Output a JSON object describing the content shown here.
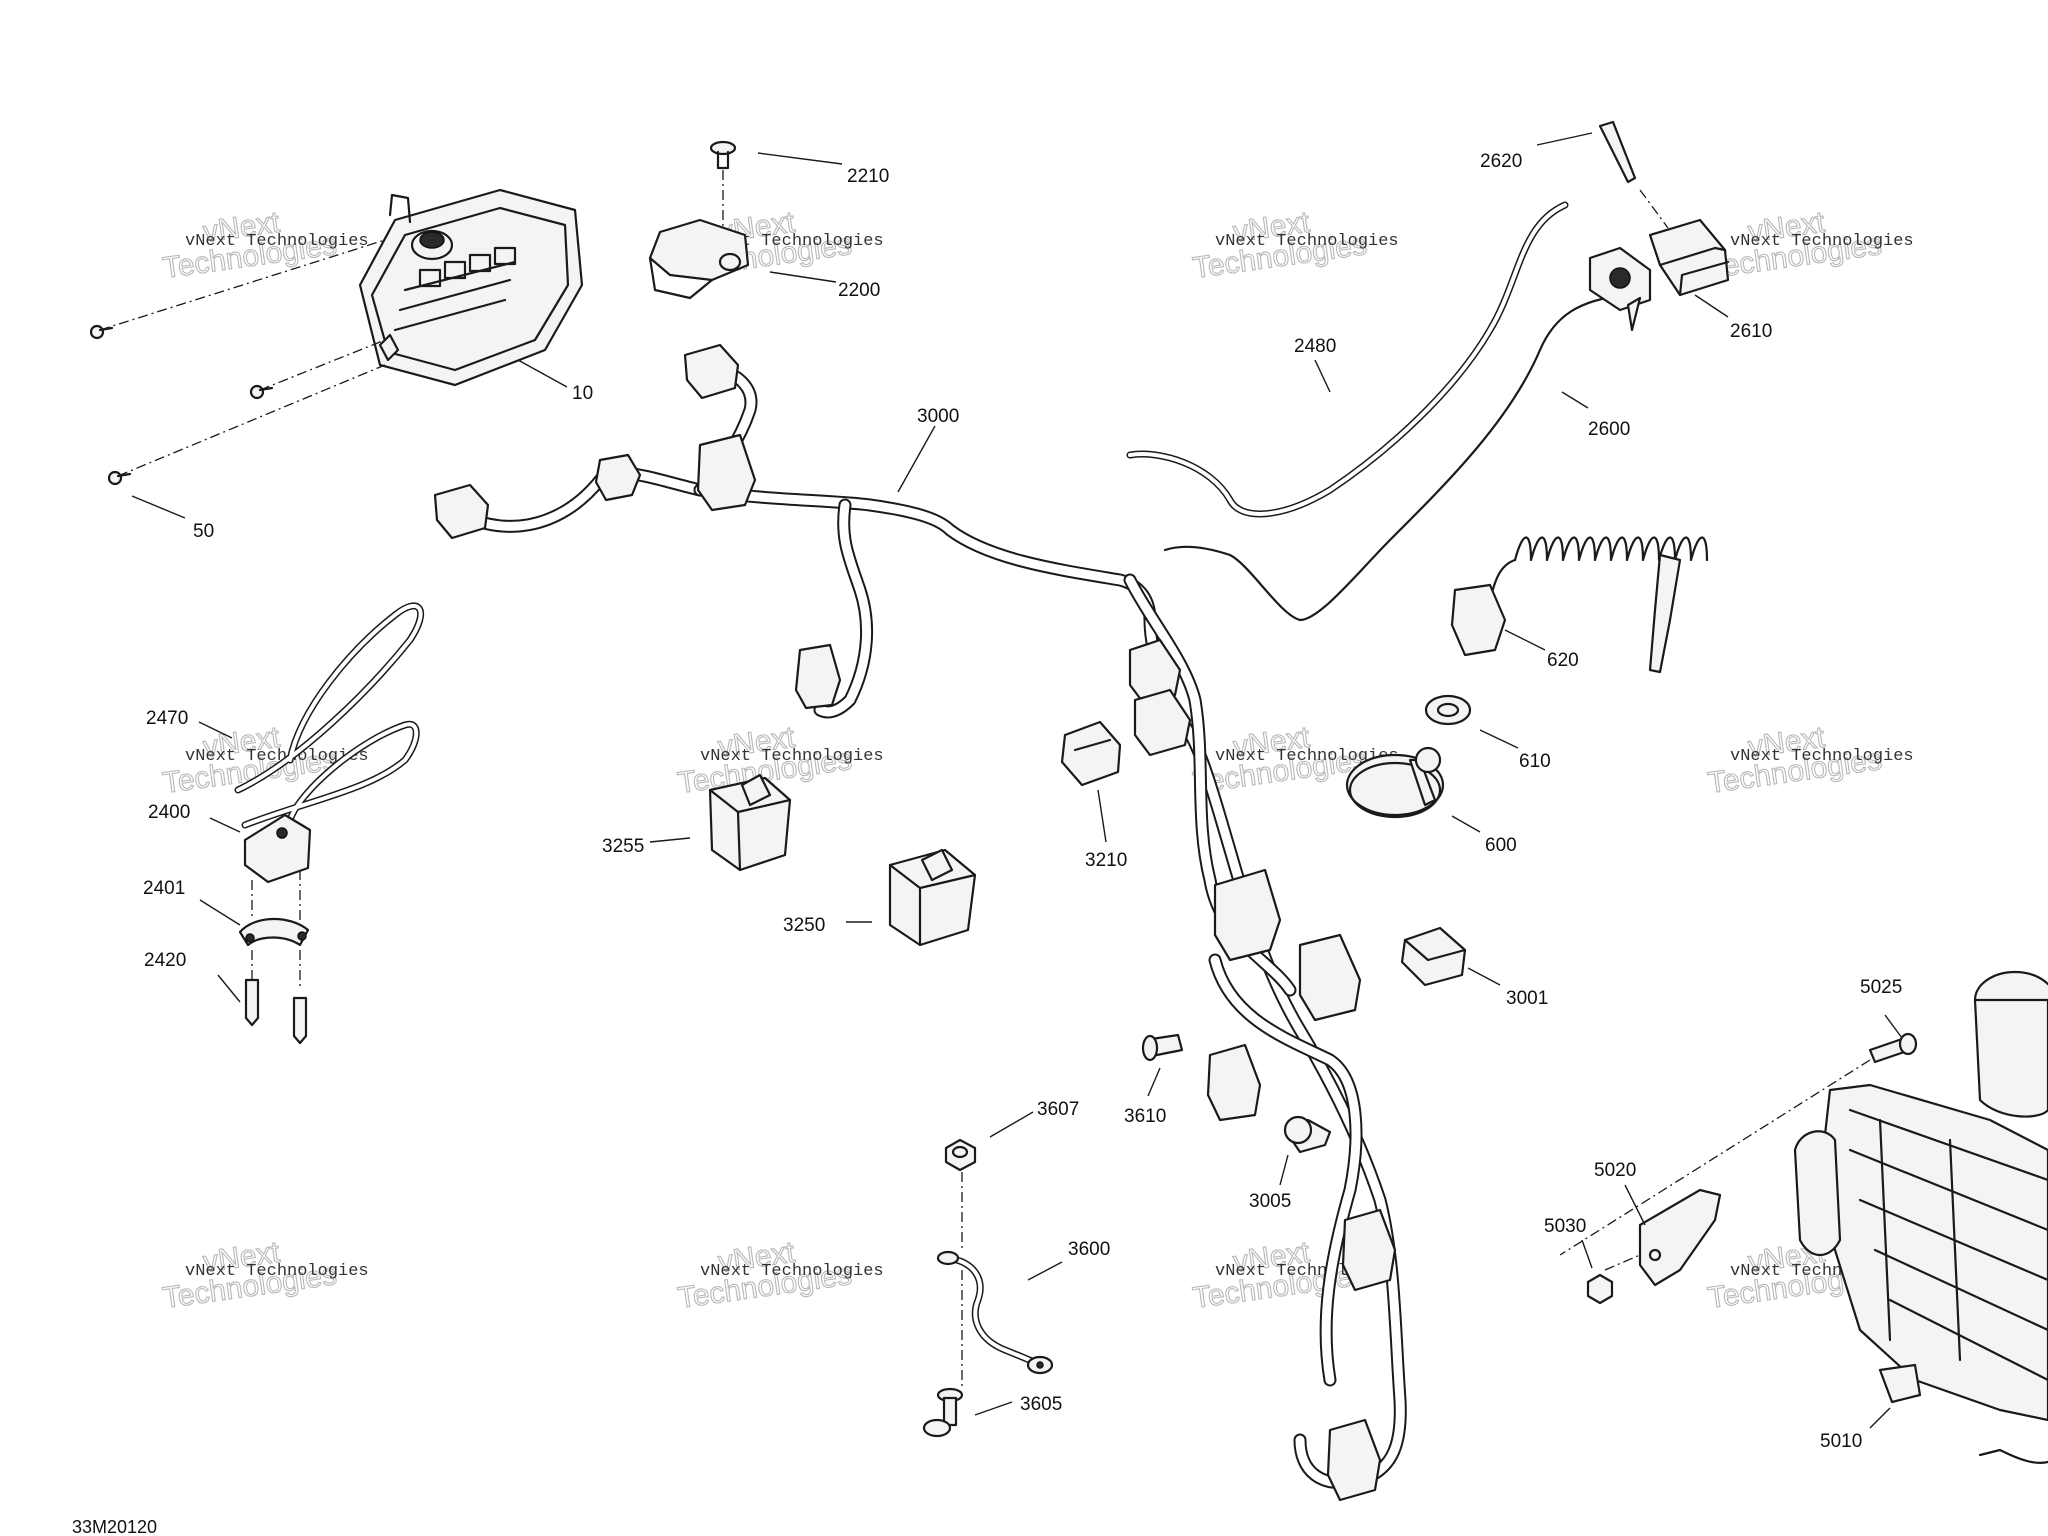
{
  "diagram": {
    "reference_code": "33M20120",
    "watermark": {
      "line1": "vNext Technologies",
      "line2": "Technologies",
      "line2_prefix": "vNext"
    },
    "callouts": {
      "c10": "10",
      "c50": "50",
      "c2210": "2210",
      "c2200": "2200",
      "c2620": "2620",
      "c2610": "2610",
      "c2480": "2480",
      "c2600": "2600",
      "c3000": "3000",
      "c620": "620",
      "c610": "610",
      "c600": "600",
      "c2470": "2470",
      "c2400": "2400",
      "c2401": "2401",
      "c2420": "2420",
      "c3255": "3255",
      "c3250": "3250",
      "c3210": "3210",
      "c3001": "3001",
      "c3610": "3610",
      "c3005": "3005",
      "c3607": "3607",
      "c3600": "3600",
      "c3605": "3605",
      "c5025": "5025",
      "c5020": "5020",
      "c5030": "5030",
      "c5010": "5010"
    }
  }
}
